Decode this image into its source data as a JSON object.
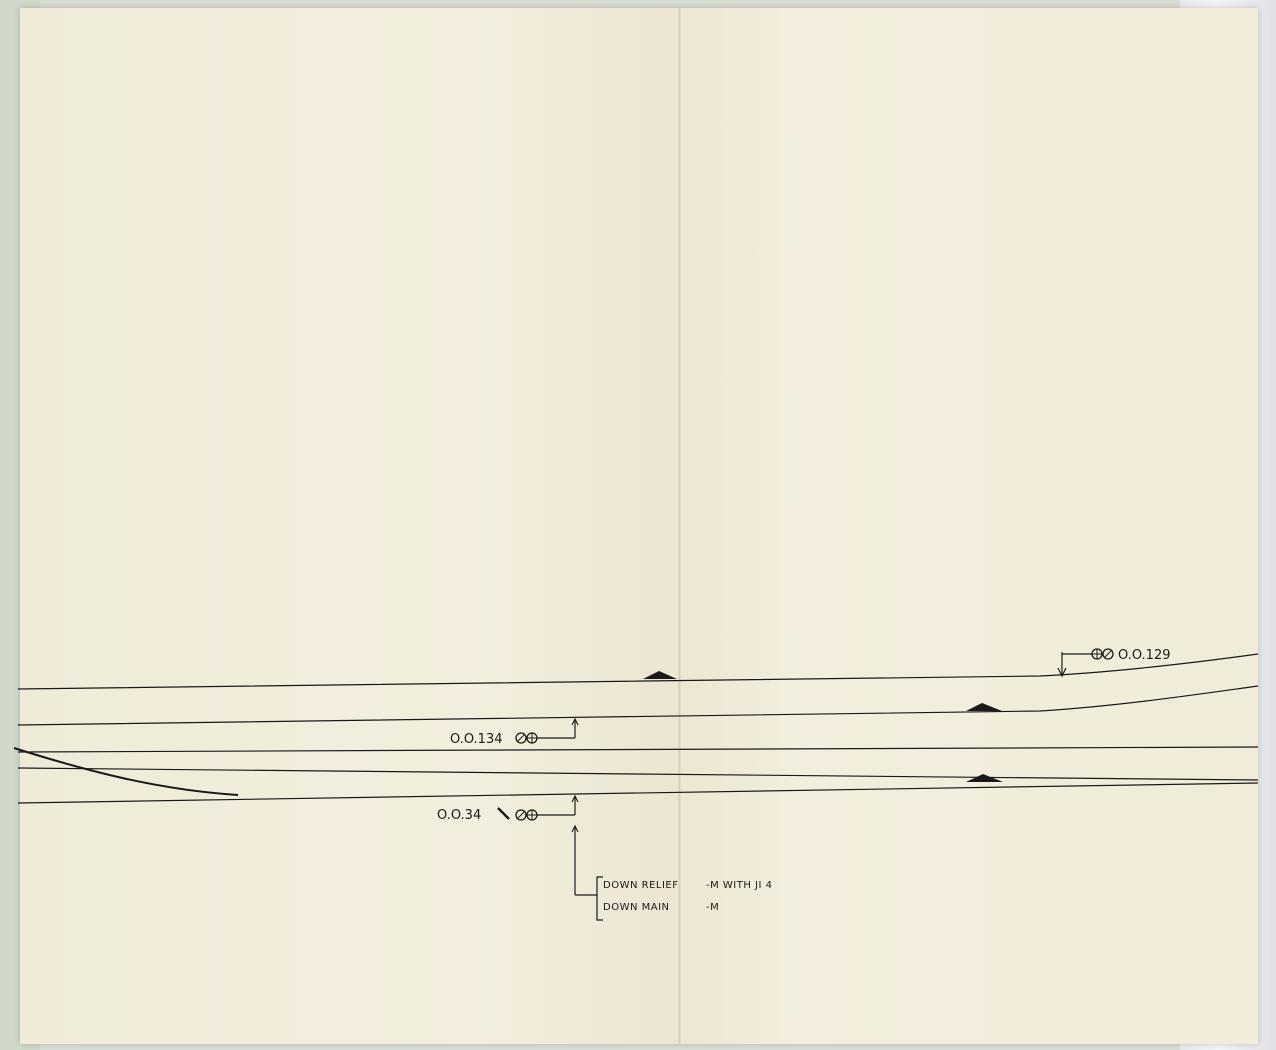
{
  "diagram": {
    "signals": [
      {
        "id": "O.O.129"
      },
      {
        "id": "O.O.134"
      },
      {
        "id": "O.O.34"
      }
    ],
    "route_indications": [
      {
        "line": "DOWN  RELIEF",
        "code": "-M  WITH JI 4"
      },
      {
        "line": "DOWN  MAIN",
        "code": "-M"
      }
    ],
    "colors": {
      "paper": "#f1ecdb",
      "ink": "#1a1a1a"
    }
  }
}
